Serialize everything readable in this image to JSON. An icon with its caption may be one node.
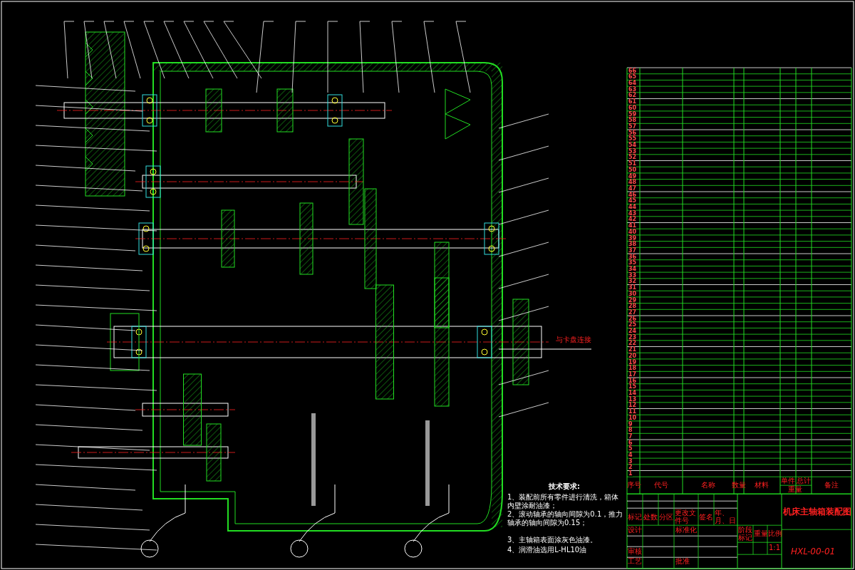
{
  "diagram": {
    "labels": [
      "与卡盘连接",
      "技术要求:",
      "1、装配前所有零件进行清洗，箱体内壁涂耐油漆；",
      "2、滚动轴承的轴向间隙为0.1，推力轴承的轴向间隙为0.15；",
      "3、主轴箱表面涂灰色油漆。",
      "4、润滑油选用L-HL10油",
      "66",
      "65",
      "64",
      "63",
      "62",
      "61",
      "60",
      "59",
      "58",
      "57",
      "56",
      "55",
      "54",
      "53",
      "52",
      "51",
      "50",
      "49",
      "48",
      "47",
      "46",
      "45",
      "44",
      "43",
      "42",
      "41",
      "40",
      "39",
      "38",
      "37",
      "36",
      "35",
      "34",
      "33",
      "32",
      "31",
      "30",
      "29",
      "28",
      "27",
      "26",
      "25",
      "24",
      "23",
      "22",
      "21",
      "20",
      "19",
      "18",
      "17",
      "16",
      "15",
      "14",
      "13",
      "12",
      "11",
      "10",
      "9",
      "8",
      "7",
      "6",
      "5",
      "4",
      "3",
      "2",
      "1",
      "序号",
      "代号",
      "名称",
      "数量",
      "材料",
      "单件",
      "总计",
      "重量",
      "备注",
      "标记",
      "处数",
      "分区",
      "更改文件号",
      "签名",
      "年、月、日",
      "设计",
      "标准化",
      "审核",
      "工艺",
      "批准",
      "阶段标记",
      "重量",
      "比例",
      "1:1",
      "机床主轴箱装配图",
      "HXL-00-01"
    ]
  }
}
